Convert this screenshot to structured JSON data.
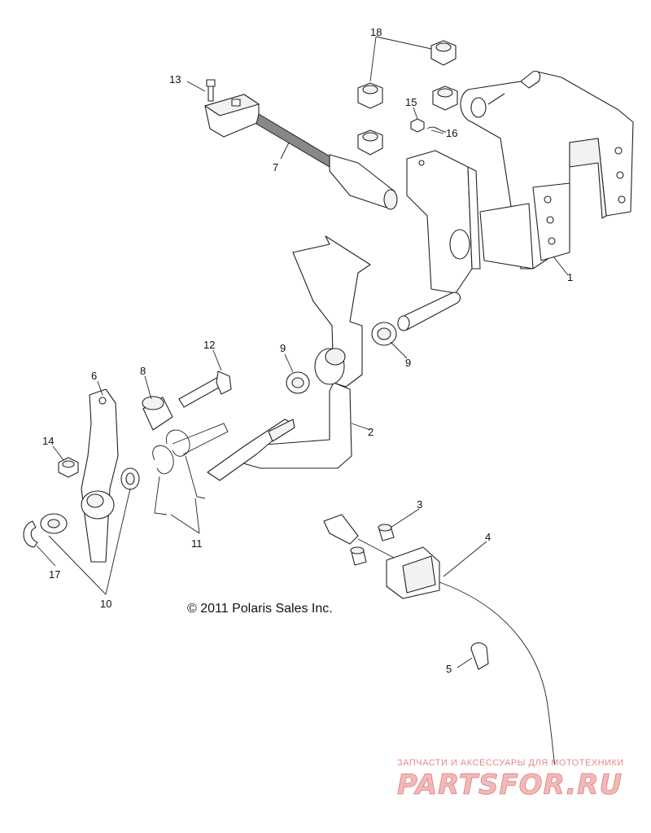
{
  "diagram": {
    "copyright": "© 2011 Polaris Sales Inc.",
    "callouts": {
      "c1": "1",
      "c2": "2",
      "c3": "3",
      "c4": "4",
      "c5": "5",
      "c6": "6",
      "c7": "7",
      "c8": "8",
      "c9a": "9",
      "c9b": "9",
      "c10": "10",
      "c11": "11",
      "c12": "12",
      "c13": "13",
      "c14": "14",
      "c15": "15",
      "c16": "16",
      "c17": "17",
      "c18": "18"
    }
  },
  "watermark": {
    "tagline": "ЗАПЧАСТИ И АКСЕССУАРЫ ДЛЯ МОТОТЕХНИКИ",
    "brand": "PARTSFOR.RU",
    "color": "#e07a7a"
  }
}
